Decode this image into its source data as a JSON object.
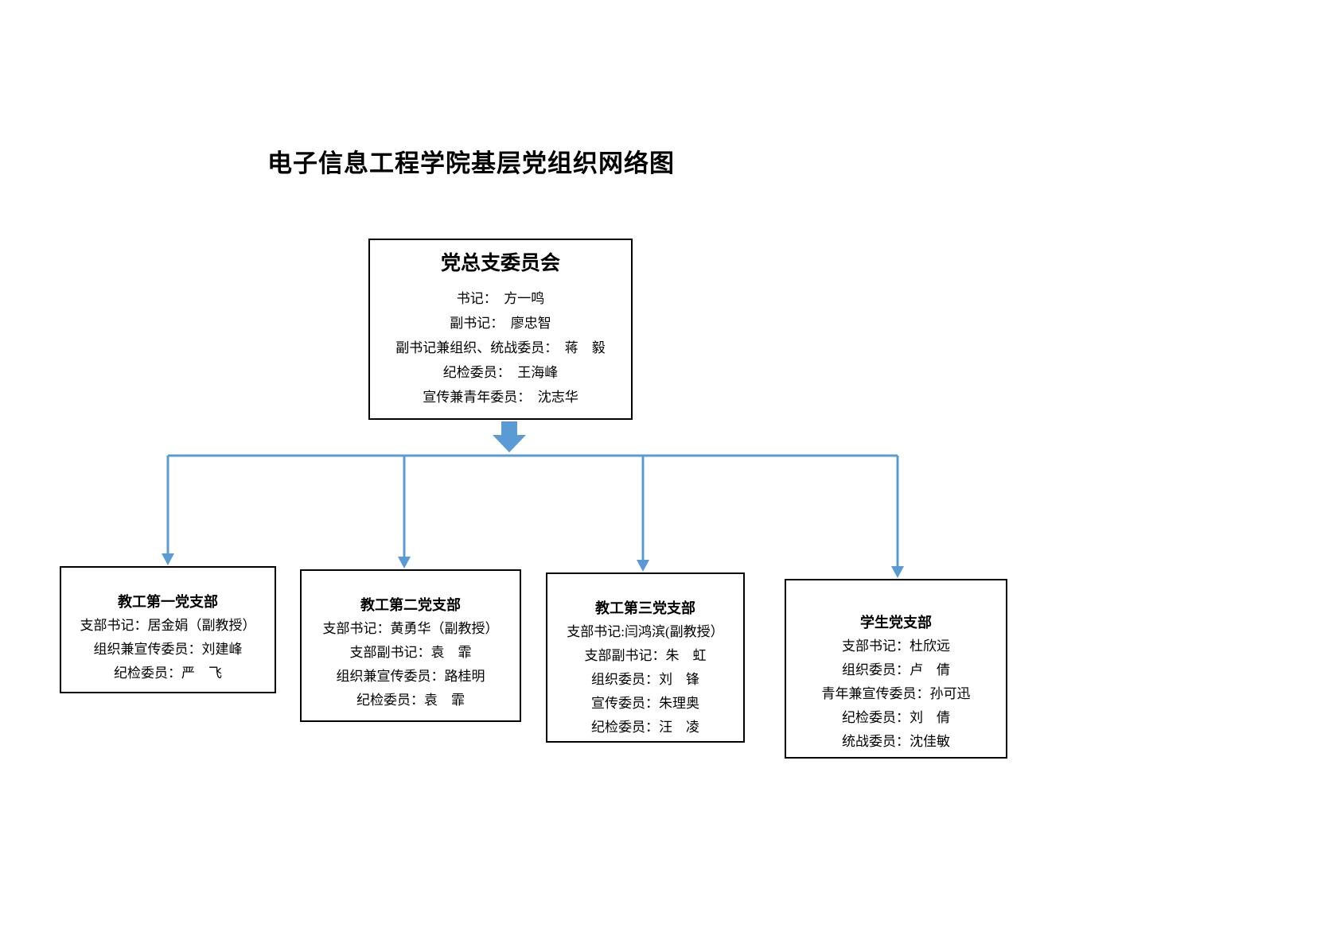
{
  "page": {
    "title": "电子信息工程学院基层党组织网络图"
  },
  "colors": {
    "arrow_blue": "#5b9bd5",
    "box_border": "#000000",
    "text": "#000000",
    "background": "#ffffff"
  },
  "committee": {
    "title": "党总支委员会",
    "members": [
      "书记：　方一鸣",
      "副书记：　廖忠智",
      "副书记兼组织、统战委员：　蒋　毅",
      "纪检委员：　王海峰",
      "宣传兼青年委员：　沈志华"
    ]
  },
  "branches": [
    {
      "title": "教工第一党支部",
      "members": [
        "支部书记：居金娟（副教授）",
        "组织兼宣传委员：刘建峰",
        "纪检委员：严　飞"
      ]
    },
    {
      "title": "教工第二党支部",
      "members": [
        "支部书记：黄勇华（副教授）",
        "支部副书记：袁　霏",
        "组织兼宣传委员：路桂明",
        "纪检委员：袁　霏"
      ]
    },
    {
      "title": "教工第三党支部",
      "members": [
        "支部书记:闫鸿滨(副教授）",
        "支部副书记：朱　虹",
        "组织委员：刘　锋",
        "宣传委员：朱理奥",
        "纪检委员：汪　凌"
      ]
    },
    {
      "title": "学生党支部",
      "members": [
        "支部书记：杜欣远",
        "组织委员：卢　倩",
        "青年兼宣传委员：孙可迅",
        "纪检委员：刘　倩",
        "统战委员：沈佳敏"
      ]
    }
  ]
}
